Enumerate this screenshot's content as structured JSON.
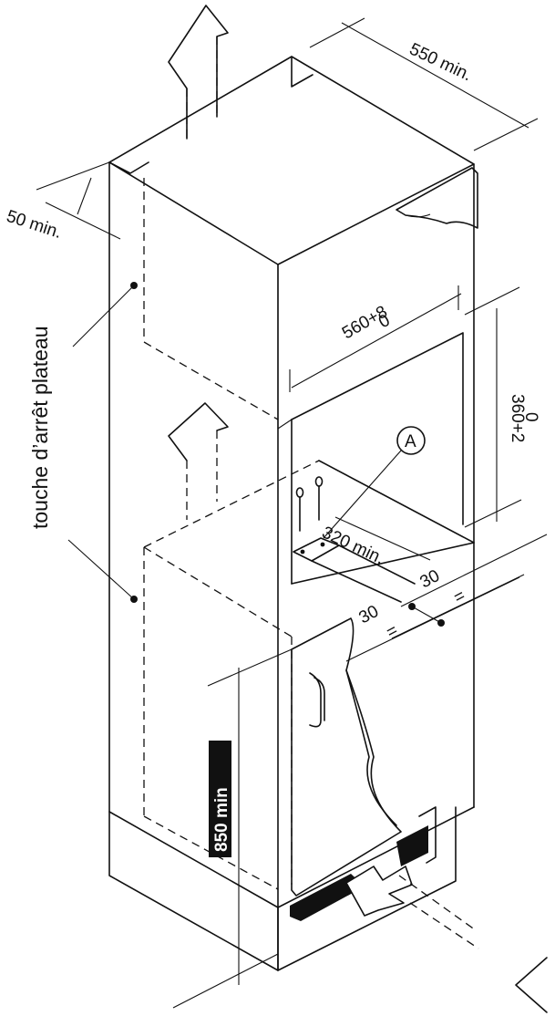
{
  "labels": {
    "depth_min": "550 min.",
    "gap_min": "50 min.",
    "side_text": "touche d’arrêt plateau",
    "width_main": "560+8",
    "width_tol": "0",
    "height_main": "360+2",
    "height_tol": "0",
    "marker_a": "A",
    "bracket_dist": "320 min.",
    "offset_right": "30",
    "offset_left": "30",
    "equal_right": "=",
    "equal_left": "=",
    "floor_height": "850 min"
  }
}
